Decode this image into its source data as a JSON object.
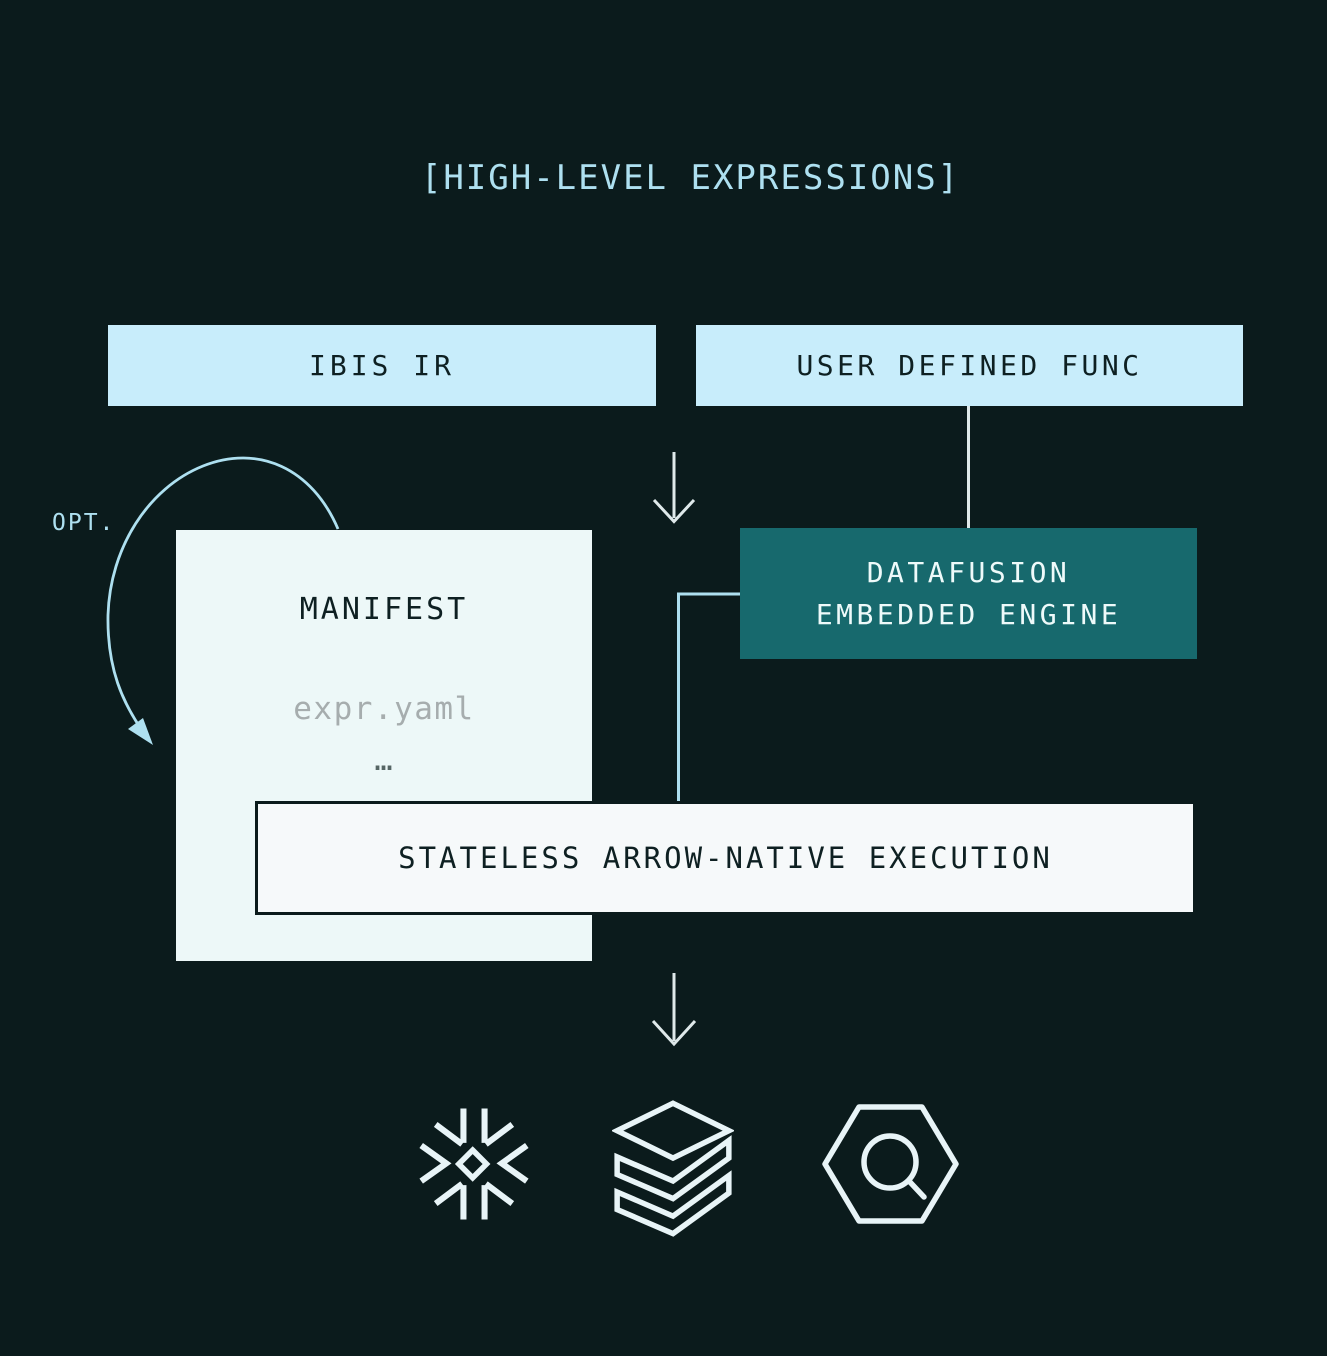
{
  "title": "[HIGH-LEVEL EXPRESSIONS]",
  "annotations": {
    "opt_label": "OPT."
  },
  "nodes": {
    "ibis": {
      "label": "IBIS IR"
    },
    "udf": {
      "label": "USER DEFINED FUNC"
    },
    "datafusion": {
      "line1": "DATAFUSION",
      "line2": "EMBEDDED ENGINE"
    },
    "manifest": {
      "title": "MANIFEST",
      "file": "expr.yaml",
      "ellipsis": "…"
    },
    "stateless": {
      "label": "STATELESS ARROW-NATIVE EXECUTION"
    }
  },
  "icons": {
    "snowflake": "snowflake-icon",
    "databricks": "databricks-icon",
    "bigquery": "bigquery-icon"
  },
  "colors": {
    "background": "#0b1b1c",
    "box_light_blue": "#c8edfb",
    "box_teal": "#17696d",
    "box_pale": "#edf8f8",
    "box_white": "#f6f9fa",
    "accent_blue": "#aee0f0",
    "arrow_white": "#dfe9ea",
    "icon_stroke": "#e8f4f7",
    "text_dark": "#0e2022",
    "text_on_teal": "#eefafa",
    "text_gray": "#a6adae",
    "dots_gray": "#566665"
  }
}
